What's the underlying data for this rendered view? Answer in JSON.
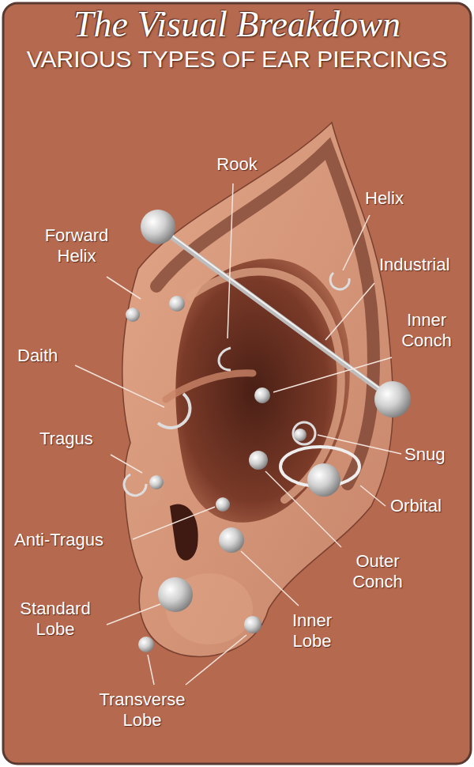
{
  "diagram": {
    "title": "The Visual Breakdown",
    "labels": [
      "VARIOUS TYPES OF EAR PIERCINGS",
      "Rook",
      "Helix",
      "Forward Helix",
      "Industrial",
      "Inner Conch",
      "Daith",
      "Snug",
      "Tragus",
      "Orbital",
      "Anti-Tragus",
      "Outer Conch",
      "Standard Lobe",
      "Inner Lobe",
      "Transverse Lobe"
    ]
  }
}
